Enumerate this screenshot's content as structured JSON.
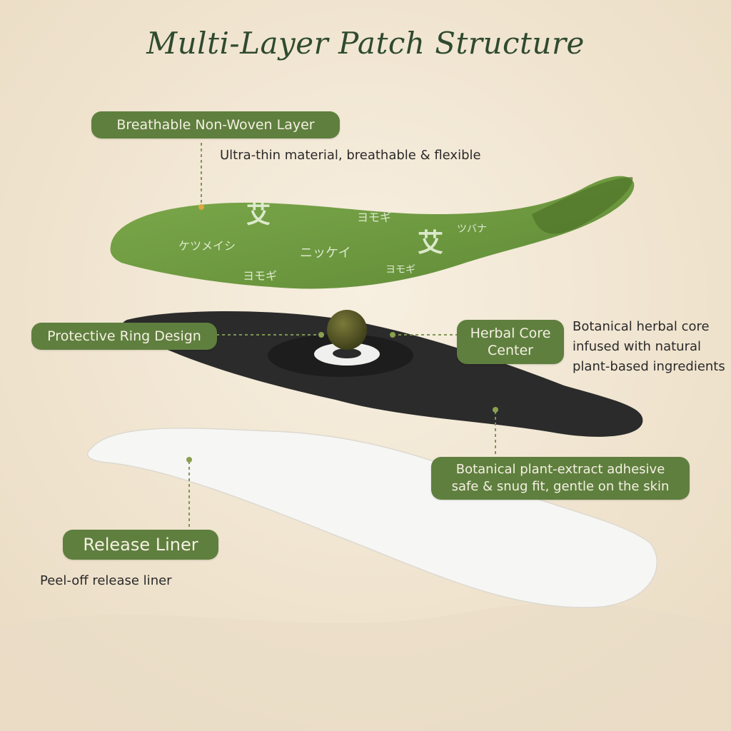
{
  "title": "Multi-Layer Patch Structure",
  "colors": {
    "background": "#f3e8d6",
    "accent_green": "#5f7f3f",
    "patch_green": "#6f9a43",
    "black_layer": "#2b2b2b",
    "liner_white": "#f7f7f5"
  },
  "layers": {
    "top": {
      "label": "Breathable Non-Woven Layer",
      "description": "Ultra-thin material, breathable & flexible",
      "glyphs": [
        "ヨモギ",
        "艾",
        "ケツメイシ",
        "ニッケイ",
        "ヨモギ",
        "艾",
        "ツバナ",
        "ヨモギ"
      ]
    },
    "middle": {
      "left_label": "Protective Ring Design",
      "right_label": "Herbal Core\nCenter",
      "right_description": "Botanical herbal core\ninfused with natural\nplant-based ingredients",
      "adhesive_label": "Botanical plant-extract adhesive\nsafe & snug fit, gentle on the skin"
    },
    "bottom": {
      "label": "Release Liner",
      "description": "Peel-off release liner"
    }
  }
}
